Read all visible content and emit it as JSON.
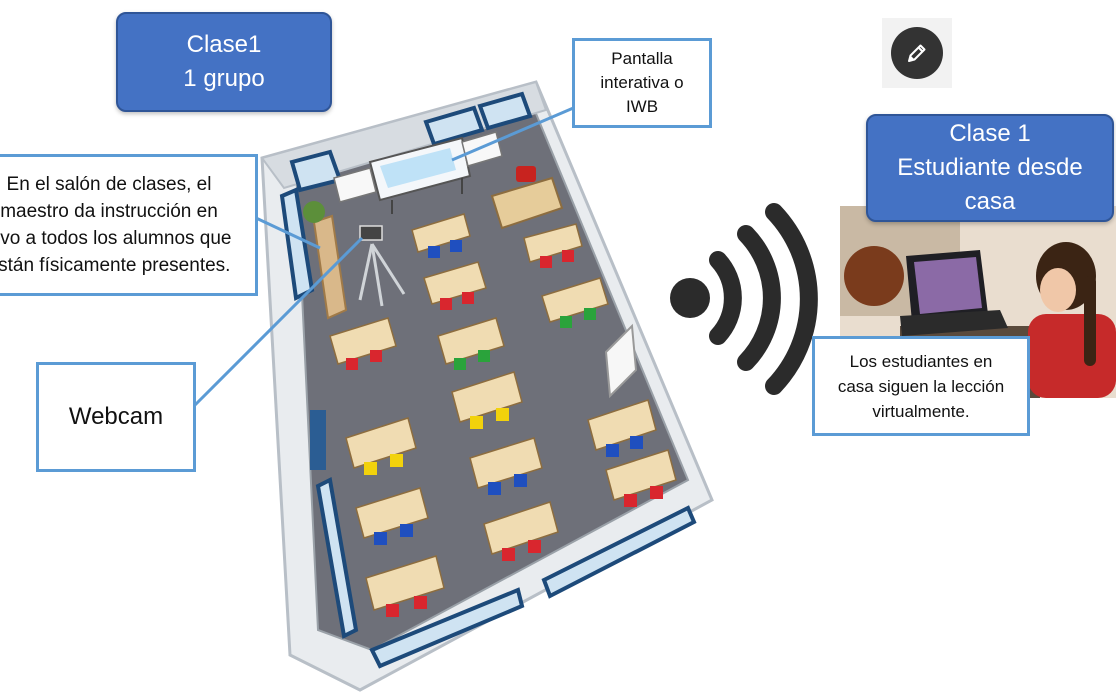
{
  "title_class": {
    "line1": "Clase1",
    "line2": "1 grupo"
  },
  "title_home": {
    "line1": "Clase 1",
    "line2": "Estudiante desde",
    "line3": "casa"
  },
  "teacher_note": {
    "line1": "En el salón de clases, el",
    "line2": "maestro da instrucción en",
    "line3": "vivo a todos los alumnos que",
    "line4": "están físicamente presentes."
  },
  "iwb_label": {
    "line1": "Pantalla",
    "line2": "interativa o",
    "line3": "IWB"
  },
  "webcam_label": "Webcam",
  "home_note": {
    "line1": "Los estudiantes en",
    "line2": "casa siguen la lección",
    "line3": "virtualmente."
  },
  "icons": {
    "edit": "pencil-icon",
    "wireless": "wifi-signal-icon",
    "camera": "tripod-webcam-icon"
  },
  "colors": {
    "pill_fill": "#4472c4",
    "pill_border": "#2f5597",
    "callout_border": "#5b9bd5",
    "floor": "#6e7079",
    "chair_red": "#d9262e",
    "chair_blue": "#1f4fbf",
    "chair_green": "#2aa33b",
    "chair_yellow": "#f2d20c",
    "wifi": "#2b2b2b"
  }
}
